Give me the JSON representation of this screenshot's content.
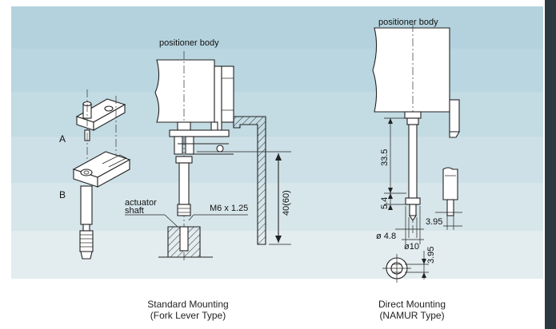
{
  "colors": {
    "band_top": "#b4d2dd",
    "band_mid": "#c9dee5",
    "band_low": "#e3ecee",
    "right_border": "#2c3940",
    "line": "#222222"
  },
  "labels": {
    "positioner_body_left": "positioner body",
    "positioner_body_right": "positioner body",
    "part_a": "A",
    "part_b": "B",
    "actuator_shaft_line1": "actuator",
    "actuator_shaft_line2": "shaft",
    "thread": "M6 x 1.25",
    "stroke_dim": "40(60)",
    "dim_33_5": "33.5",
    "dim_5_4": "5.4",
    "dim_3_95_side": "3.95",
    "dim_dia_4_8": "ø 4.8",
    "dim_dia_10": "ø10",
    "dim_3_95_bottom": "3.95"
  },
  "captions": {
    "standard_line1": "Standard Mounting",
    "standard_line2": "(Fork Lever Type)",
    "direct_line1": "Direct Mounting",
    "direct_line2": "(NAMUR Type)"
  }
}
